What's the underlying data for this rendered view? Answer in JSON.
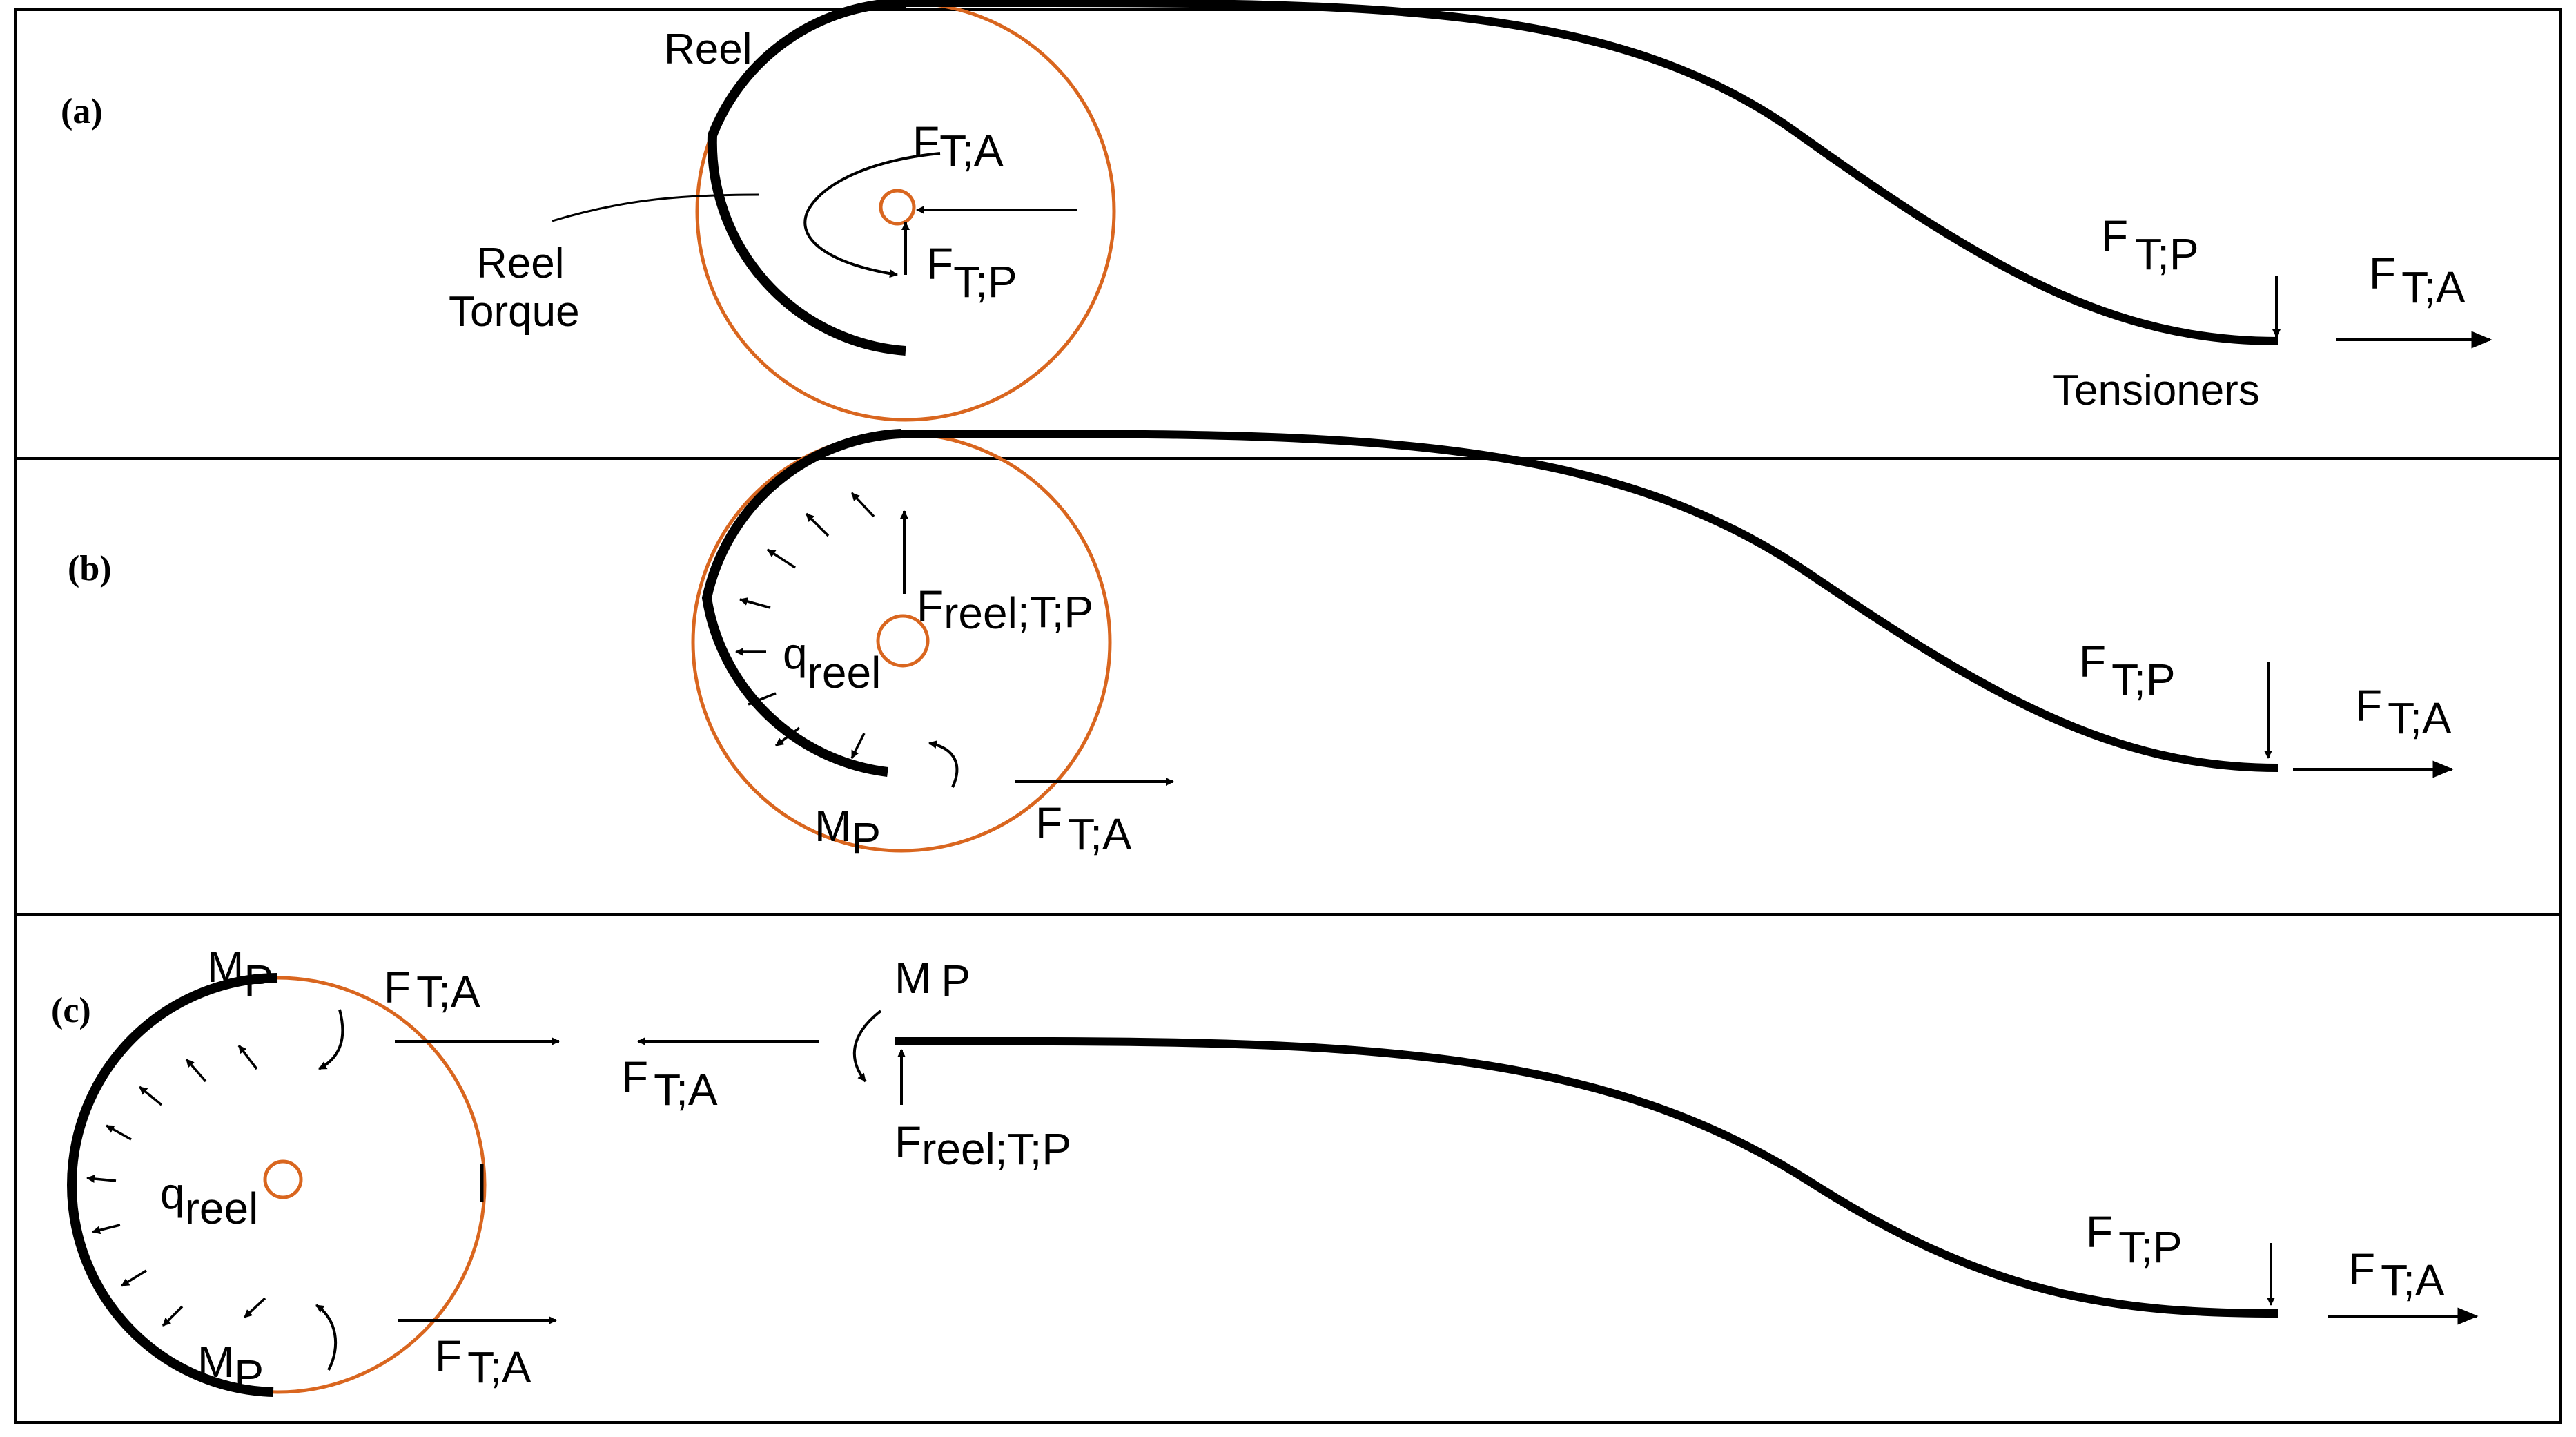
{
  "colors": {
    "stroke": "#000000",
    "reel": "#d9661f",
    "background": "#ffffff"
  },
  "panels": {
    "a": {
      "label": "(a)",
      "reel": "Reel",
      "reel_torque_1": "Reel",
      "reel_torque_2": "Torque",
      "tensioners": "Tensioners",
      "f_ta_center": {
        "main": "F",
        "sub": "T;A"
      },
      "f_tp_center": {
        "main": "F",
        "sub": "T;P"
      },
      "f_tp_end": {
        "main": "F",
        "sub": "T;P"
      },
      "f_ta_end": {
        "main": "F",
        "sub": "T;A"
      }
    },
    "b": {
      "label": "(b)",
      "f_reel": {
        "main": "F",
        "sub": "reel",
        "tail": ";T;P"
      },
      "q_reel": {
        "main": "q",
        "sub": "reel"
      },
      "m_p": {
        "main": "M",
        "sub": "P"
      },
      "f_ta_bottom": {
        "main": "F",
        "sub": "T;A"
      },
      "f_tp_end": {
        "main": "F",
        "sub": "T;P"
      },
      "f_ta_end": {
        "main": "F",
        "sub": "T;A"
      }
    },
    "c": {
      "label": "(c)",
      "m_p_top": {
        "main": "M",
        "sub": "P"
      },
      "f_ta_top": {
        "main": "F",
        "sub": "T;A"
      },
      "f_ta_mid": {
        "main": "F",
        "sub": "T;A"
      },
      "m_p_pipe": {
        "main": "M",
        "sub": "P"
      },
      "f_reel": {
        "main": "F",
        "sub": "reel;T;P"
      },
      "q_reel": {
        "main": "q",
        "sub": "reel"
      },
      "m_p_bottom": {
        "main": "M",
        "sub": "P"
      },
      "f_ta_bottom": {
        "main": "F",
        "sub": "T;A"
      },
      "f_tp_end": {
        "main": "F",
        "sub": "T;P"
      },
      "f_ta_end": {
        "main": "F",
        "sub": "T;A"
      }
    }
  }
}
